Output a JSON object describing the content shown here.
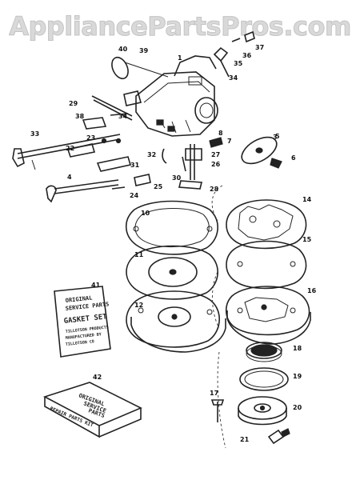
{
  "watermark": "AppliancePartsPros.com",
  "callouts": {
    "c1": "1",
    "c3": "3",
    "c4": "4",
    "c5": "5",
    "c6": "6",
    "c7": "7",
    "c8": "8",
    "c10": "10",
    "c11": "11",
    "c12": "12",
    "c14": "14",
    "c15": "15",
    "c16": "16",
    "c17": "17",
    "c18": "18",
    "c19": "19",
    "c20": "20",
    "c21": "21",
    "c22": "22",
    "c23": "23",
    "c24": "24",
    "c25": "25",
    "c26": "26",
    "c27": "27",
    "c28": "28",
    "c29": "29",
    "c30": "30",
    "c31": "31",
    "c32": "32",
    "c33": "33",
    "c34a": "34",
    "c34b": "34",
    "c35": "35",
    "c36": "36",
    "c37": "37",
    "c38": "38",
    "c39": "39",
    "c40": "40",
    "c41": "41",
    "c42": "42"
  },
  "gasket_card": {
    "brand": "ORIGINAL",
    "line2": "SERVICE PARTS",
    "title": "GASKET SET",
    "line4": "TILLOTSON PRODUCTS",
    "line5": "MANUFACTURED BY",
    "line6": "TILLOTSON CO"
  },
  "repair_box": {
    "brand": "ORIGINAL",
    "line2": "SERVICE",
    "line3": "PARTS",
    "side": "REPAIR PARTS KIT"
  }
}
